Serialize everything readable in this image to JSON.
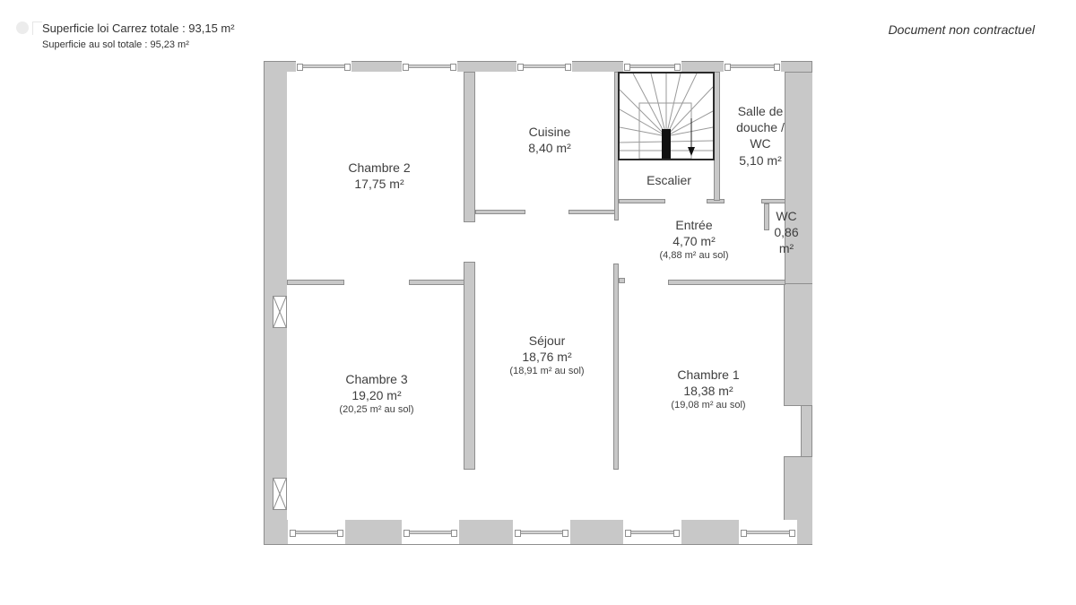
{
  "header": {
    "carrez_total": "Superficie loi Carrez totale :  93,15 m²",
    "sol_total": "Superficie au sol totale :  95,23 m²",
    "disclaimer": "Document non contractuel"
  },
  "colors": {
    "wall_fill": "#c8c8c8",
    "wall_border": "#8e8e8e",
    "floor": "#ffffff",
    "text": "#3f3f3f",
    "stair_line": "#2a2a2a"
  },
  "rooms": [
    {
      "id": "chambre2",
      "name": "Chambre 2",
      "area": "17,75 m²",
      "sol": ""
    },
    {
      "id": "cuisine",
      "name": "Cuisine",
      "area": "8,40 m²",
      "sol": ""
    },
    {
      "id": "escalier",
      "name": "Escalier",
      "area": "",
      "sol": ""
    },
    {
      "id": "salle_de_douche",
      "name_lines": [
        "Salle de",
        "douche /",
        "WC"
      ],
      "area": "5,10 m²",
      "sol": ""
    },
    {
      "id": "entree",
      "name": "Entrée",
      "area": "4,70 m²",
      "sol": "(4,88 m² au sol)"
    },
    {
      "id": "wc",
      "name": "WC",
      "area_lines": [
        "0,86",
        "m²"
      ],
      "sol": ""
    },
    {
      "id": "sejour",
      "name": "Séjour",
      "area": "18,76 m²",
      "sol": "(18,91 m² au sol)"
    },
    {
      "id": "chambre3",
      "name": "Chambre 3",
      "area": "19,20 m²",
      "sol": "(20,25 m² au sol)"
    },
    {
      "id": "chambre1",
      "name": "Chambre 1",
      "area": "18,38 m²",
      "sol": "(19,08 m² au sol)"
    }
  ],
  "icons": {
    "stairs": "stairs-icon",
    "stair_direction": "arrow-down-icon",
    "vent": "vent-icon",
    "window": "window-icon"
  }
}
